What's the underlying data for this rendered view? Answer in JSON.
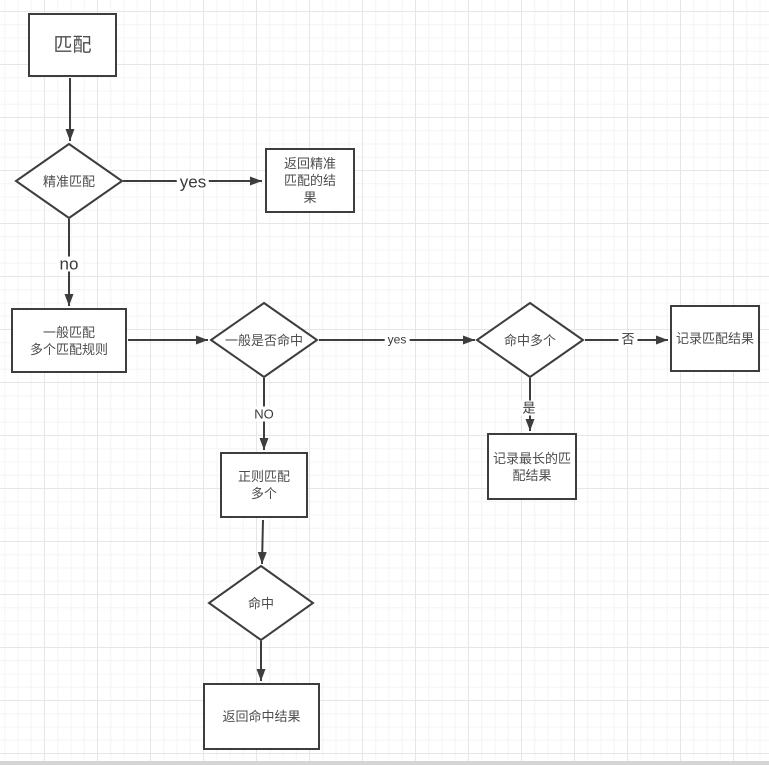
{
  "canvas": {
    "background": "#ffffff",
    "grid_minor_color": "#f4f4f4",
    "grid_major_color": "#e6e6e6",
    "stroke_color": "#3d3d3d",
    "text_color": "#4d4d4d",
    "scrollbar_color": "#d5d5d5"
  },
  "nodes": {
    "match": {
      "type": "process",
      "label": "匹配"
    },
    "exact_match": {
      "type": "decision",
      "label": "精准匹配"
    },
    "return_exact_result": {
      "type": "process",
      "label": [
        "返回精准",
        "匹配的结",
        "果"
      ]
    },
    "general_match": {
      "type": "process",
      "label": [
        "一般匹配",
        "多个匹配规则"
      ]
    },
    "general_hit": {
      "type": "decision",
      "label": "一般是否命中"
    },
    "hit_multiple": {
      "type": "decision",
      "label": "命中多个"
    },
    "record_match_result": {
      "type": "process",
      "label": "记录匹配结果"
    },
    "record_longest_result": {
      "type": "process",
      "label": [
        "记录最长的匹",
        "配结果"
      ]
    },
    "regex_match": {
      "type": "process",
      "label": [
        "正则匹配",
        "多个"
      ]
    },
    "hit": {
      "type": "decision",
      "label": "命中"
    },
    "return_hit_result": {
      "type": "process",
      "label": "返回命中结果"
    }
  },
  "edge_labels": {
    "exact_yes": "yes",
    "exact_no": "no",
    "general_hit_yes": "yes",
    "general_hit_no": "NO",
    "hit_multiple_yes": "是",
    "hit_multiple_no": "否"
  }
}
